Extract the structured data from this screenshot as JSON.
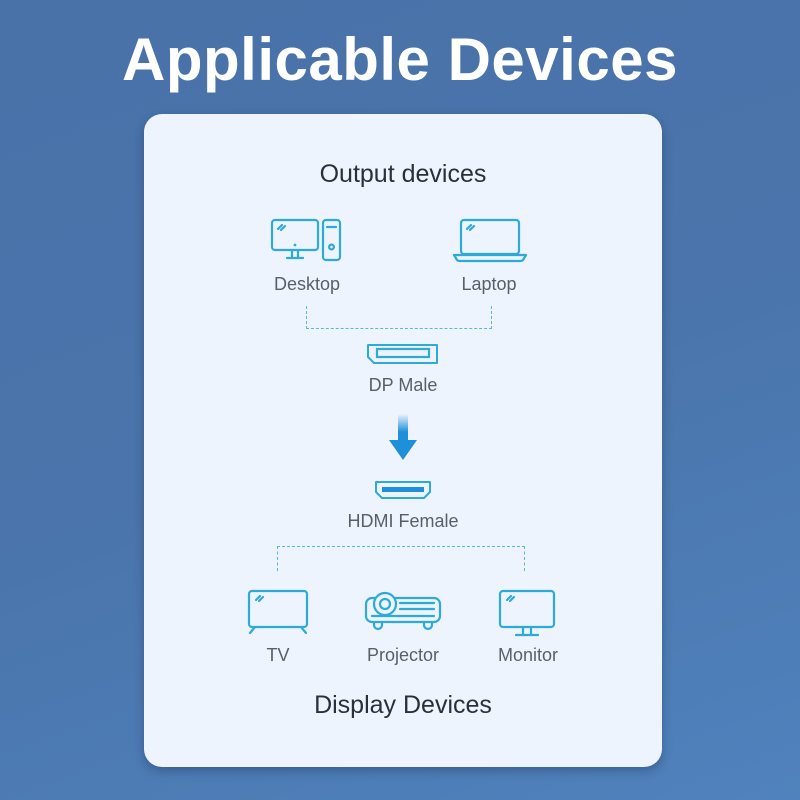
{
  "page": {
    "title": "Applicable Devices"
  },
  "card": {
    "output_heading": "Output devices",
    "display_heading": "Display Devices",
    "output_devices": [
      {
        "label": "Desktop",
        "icon": "desktop-icon"
      },
      {
        "label": "Laptop",
        "icon": "laptop-icon"
      }
    ],
    "source_connector": {
      "label": "DP Male",
      "icon": "displayport-icon"
    },
    "flow_arrow": {
      "icon": "arrow-down-icon"
    },
    "target_connector": {
      "label": "HDMI Female",
      "icon": "hdmi-icon"
    },
    "display_devices": [
      {
        "label": "TV",
        "icon": "tv-icon"
      },
      {
        "label": "Projector",
        "icon": "projector-icon"
      },
      {
        "label": "Monitor",
        "icon": "monitor-icon"
      }
    ]
  },
  "colors": {
    "background": "#4a74ab",
    "card": "#edf4fd",
    "icon_stroke": "#2eaad8",
    "arrow": "#1e8fd8",
    "heading_text": "#2b2f36",
    "label_text": "#5a5f66"
  }
}
